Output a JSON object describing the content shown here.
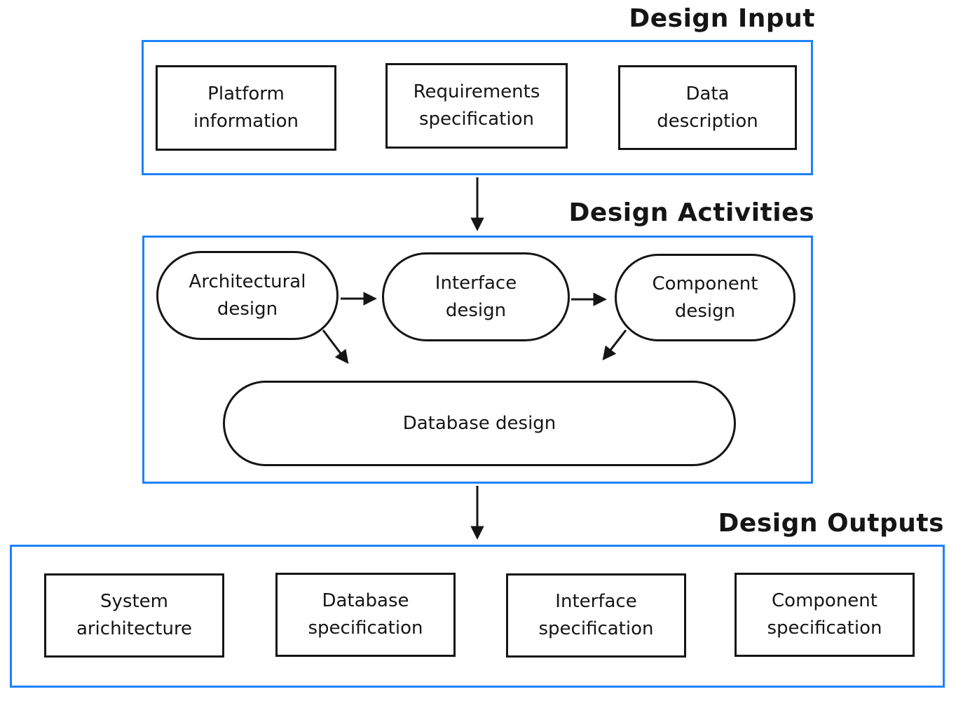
{
  "colors": {
    "container_border": "#1e82f7",
    "ink": "#151515",
    "background": "#ffffff"
  },
  "sections": [
    {
      "title": "Design Input",
      "nodes": [
        {
          "label": "Platform information",
          "lines": [
            "Platform",
            "information"
          ]
        },
        {
          "label": "Requirements specification",
          "lines": [
            "Requirements",
            "specification"
          ]
        },
        {
          "label": "Data description",
          "lines": [
            "Data",
            "description"
          ]
        }
      ]
    },
    {
      "title": "Design Activities",
      "nodes": [
        {
          "label": "Architectural design",
          "lines": [
            "Architectural",
            "design"
          ]
        },
        {
          "label": "Interface design",
          "lines": [
            "Interface",
            "design"
          ]
        },
        {
          "label": "Component design",
          "lines": [
            "Component",
            "design"
          ]
        },
        {
          "label": "Database design",
          "lines": [
            "Database design"
          ]
        }
      ]
    },
    {
      "title": "Design Outputs",
      "nodes": [
        {
          "label": "System arichitecture",
          "lines": [
            "System",
            "arichitecture"
          ]
        },
        {
          "label": "Database specification",
          "lines": [
            "Database",
            "specification"
          ]
        },
        {
          "label": "Interface specification",
          "lines": [
            "Interface",
            "specification"
          ]
        },
        {
          "label": "Component specification",
          "lines": [
            "Component",
            "specification"
          ]
        }
      ]
    }
  ]
}
